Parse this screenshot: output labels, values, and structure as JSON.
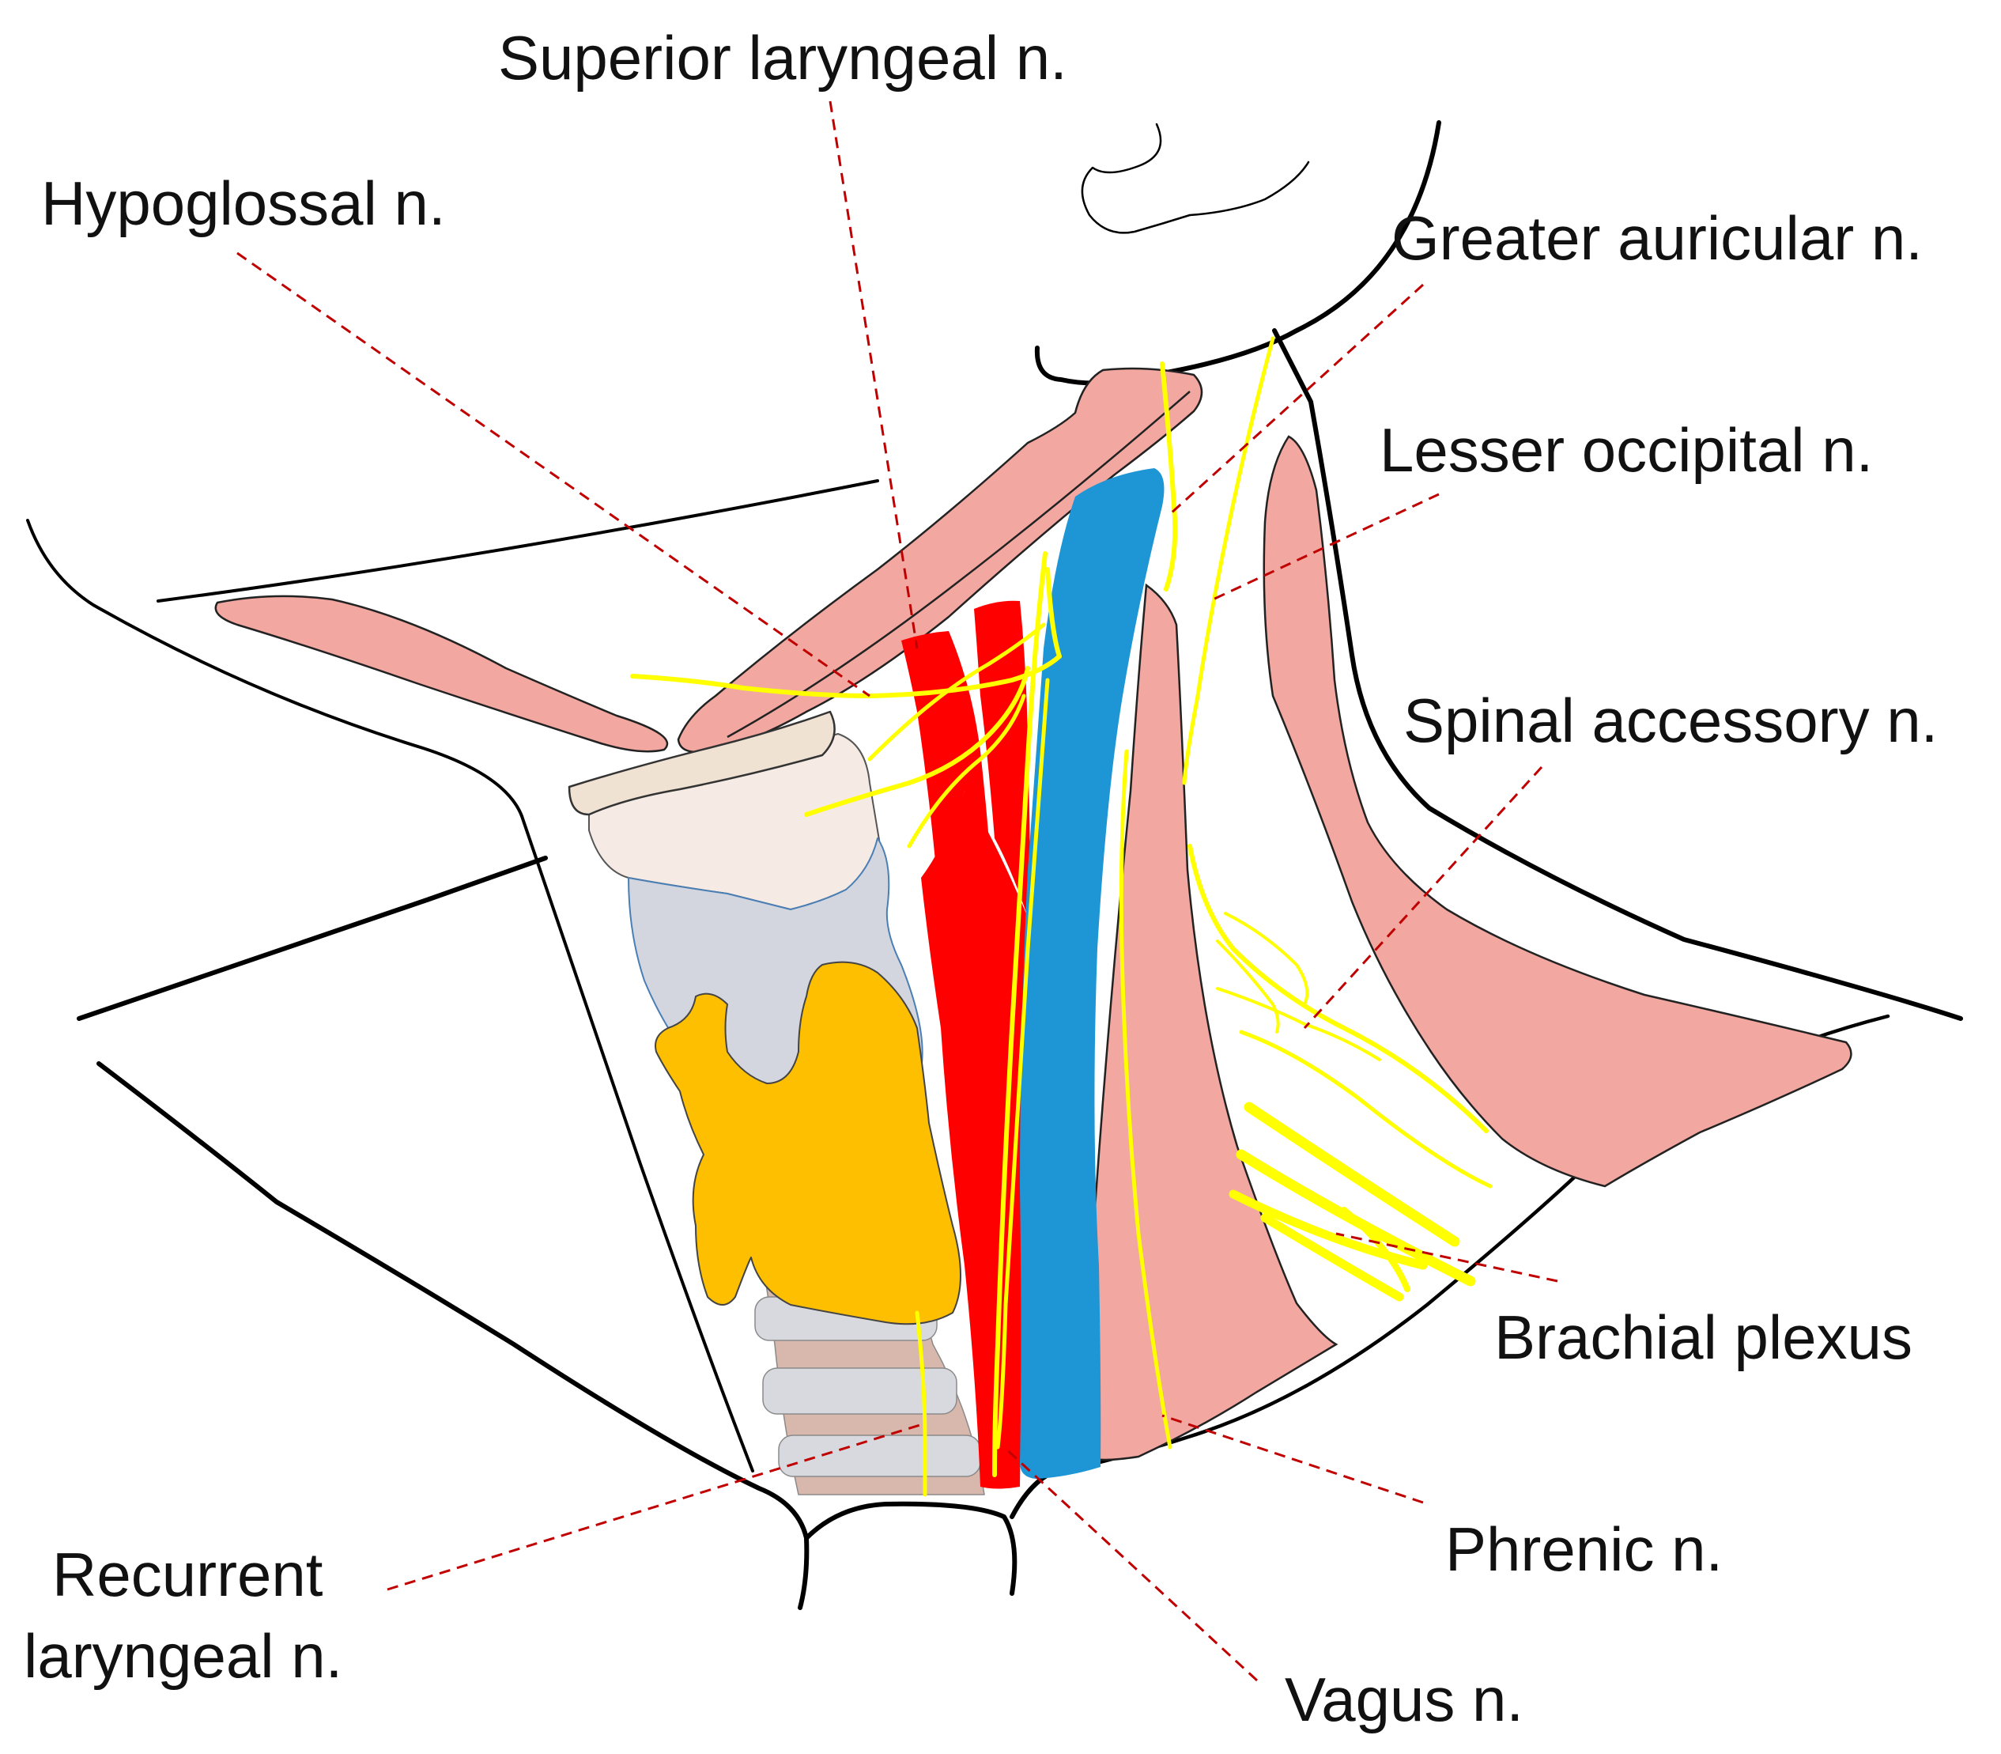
{
  "labels": {
    "superior_laryngeal": "Superior laryngeal n.",
    "hypoglossal": "Hypoglossal n.",
    "greater_auricular": "Greater auricular n.",
    "lesser_occipital": "Lesser occipital n.",
    "spinal_accessory": "Spinal accessory n.",
    "brachial_plexus": "Brachial plexus",
    "phrenic": "Phrenic n.",
    "recurrent_laryngeal_line1": "Recurrent",
    "recurrent_laryngeal_line2": "laryngeal n.",
    "vagus": "Vagus n."
  },
  "colors": {
    "outline": "#000000",
    "muscle": "#f2a7a0",
    "artery": "#ff0000",
    "vein": "#1e96d6",
    "nerve": "#ffff00",
    "thyroid": "#fdbf00",
    "cartilage": "#f5ebe4",
    "cricoid": "#d3d6de",
    "trachea_ring": "#d8d9df",
    "trachea_band": "#d8b8ac",
    "leader": "#c00000"
  }
}
